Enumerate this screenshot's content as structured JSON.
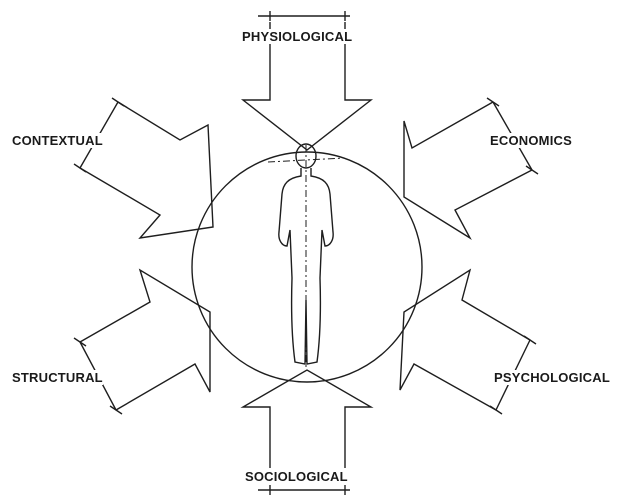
{
  "labels": {
    "top": "PHYSIOLOGICAL",
    "upper_left": "CONTEXTUAL",
    "upper_right": "ECONOMICS",
    "lower_left": "STRUCTURAL",
    "lower_right": "PSYCHOLOGICAL",
    "bottom": "SOCIOLOGICAL"
  },
  "icons": [
    "human-figure-icon"
  ],
  "colors": {
    "line": "#1e1e1e",
    "background": "#ffffff"
  }
}
